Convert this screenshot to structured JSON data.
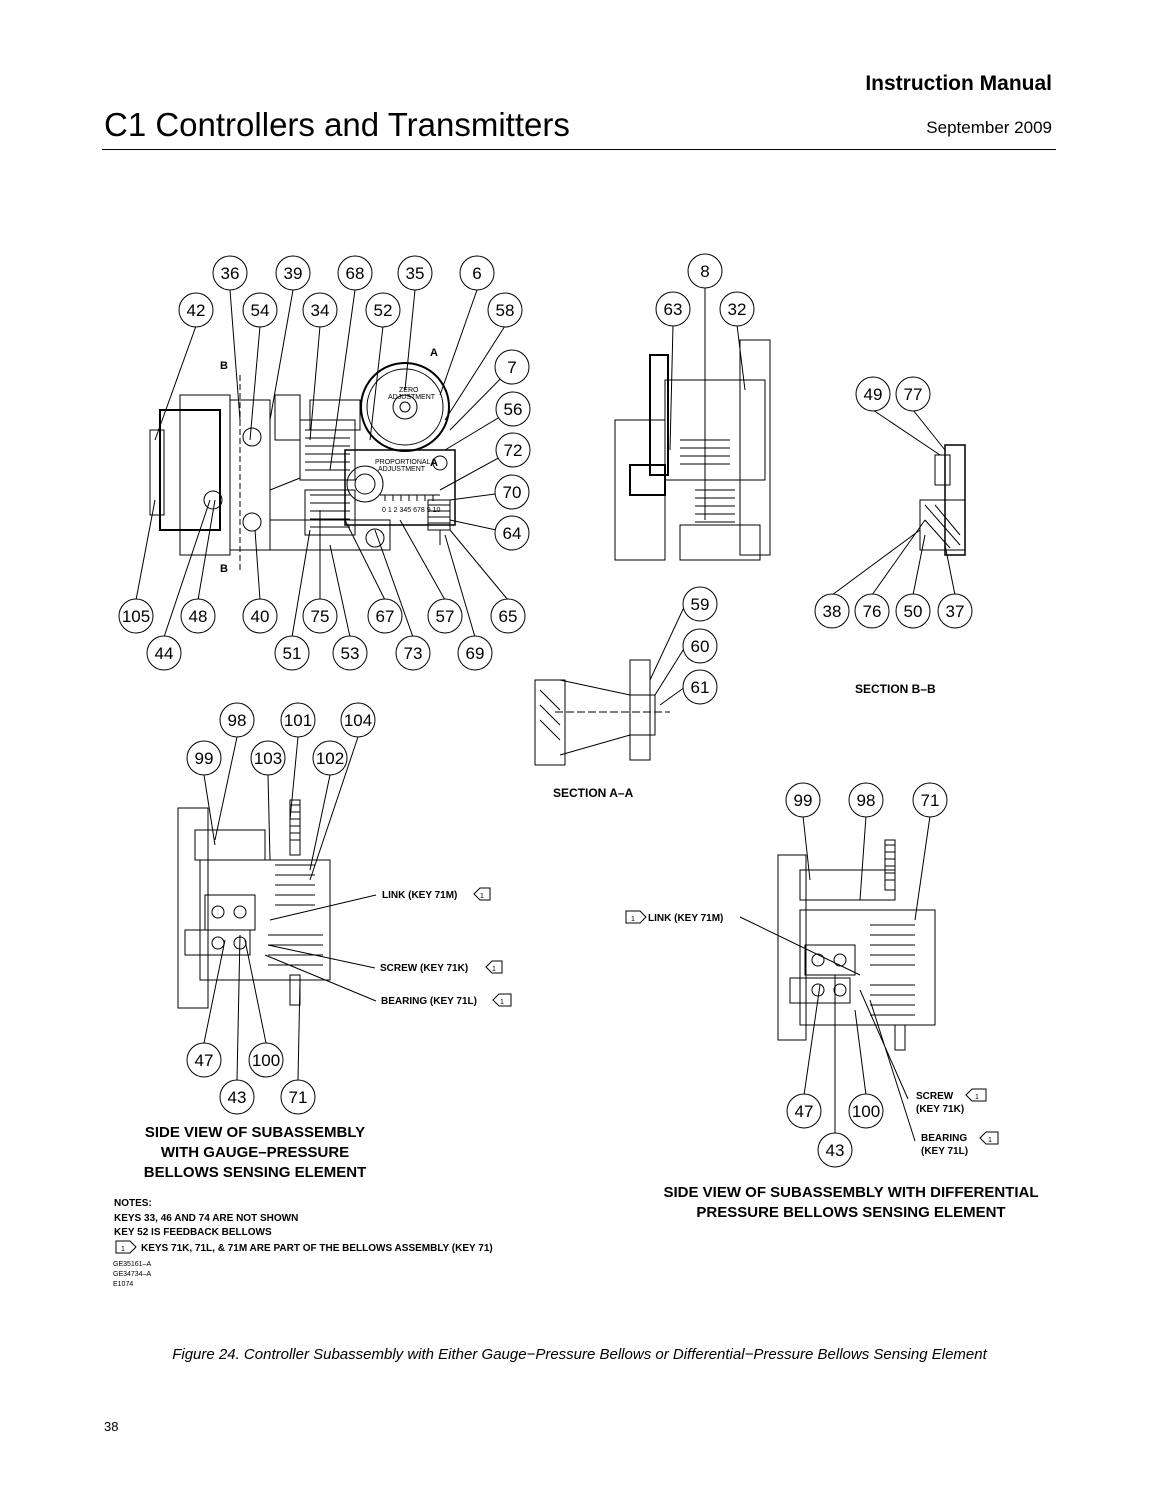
{
  "header": {
    "manual": "Instruction Manual",
    "title": "C1 Controllers and Transmitters",
    "date": "September 2009"
  },
  "main_view": {
    "callouts_top": [
      "36",
      "39",
      "68",
      "35",
      "6",
      "42",
      "54",
      "34",
      "52",
      "58",
      "7",
      "56",
      "72",
      "70",
      "64"
    ],
    "callouts_bottom": [
      "105",
      "48",
      "40",
      "75",
      "67",
      "57",
      "65",
      "44",
      "51",
      "53",
      "73",
      "69"
    ],
    "labels": {
      "a": "A",
      "b": "B",
      "zero": "ZERO",
      "zero2": "ADJUSTMENT",
      "prop": "PROPORTIONAL",
      "prop2": "ADJUSTMENT",
      "scale": "0 1 2 345 678 9 10"
    }
  },
  "side_view_top": {
    "callouts": [
      "8",
      "63",
      "32"
    ]
  },
  "section_bb": {
    "callouts": [
      "49",
      "77",
      "38",
      "76",
      "50",
      "37"
    ],
    "title": "SECTION B–B"
  },
  "section_aa": {
    "callouts": [
      "59",
      "60",
      "61"
    ],
    "title": "SECTION A–A"
  },
  "gauge_view": {
    "callouts": [
      "98",
      "101",
      "104",
      "99",
      "103",
      "102",
      "47",
      "100",
      "43",
      "71"
    ],
    "link_label": "LINK (KEY 71M)",
    "screw_label": "SCREW (KEY 71K)",
    "bearing_label": "BEARING (KEY 71L)",
    "caption": [
      "SIDE VIEW OF SUBASSEMBLY",
      "WITH GAUGE–PRESSURE",
      "BELLOWS SENSING ELEMENT"
    ]
  },
  "diff_view": {
    "callouts": [
      "99",
      "98",
      "71",
      "47",
      "100",
      "43"
    ],
    "link_label": "LINK (KEY 71M)",
    "screw_label": [
      "SCREW",
      "(KEY 71K)"
    ],
    "bearing_label": [
      "BEARING",
      "(KEY 71L)"
    ],
    "caption": [
      "SIDE VIEW OF SUBASSEMBLY WITH DIFFERENTIAL",
      "PRESSURE BELLOWS SENSING ELEMENT"
    ]
  },
  "note_flag": "1",
  "notes": {
    "heading": "NOTES:",
    "lines": [
      "KEYS 33, 46 AND 74 ARE NOT SHOWN",
      "KEY 52 IS FEEDBACK BELLOWS",
      "KEYS 71K, 71L, & 71M ARE PART OF THE BELLOWS ASSEMBLY (KEY 71)"
    ],
    "codes": [
      "GE35161–A",
      "GE34734–A",
      "E1074"
    ]
  },
  "figure_caption": "Figure 24. Controller Subassembly with Either Gauge−Pressure Bellows or Differential−Pressure Bellows Sensing Element",
  "page_number": "38"
}
